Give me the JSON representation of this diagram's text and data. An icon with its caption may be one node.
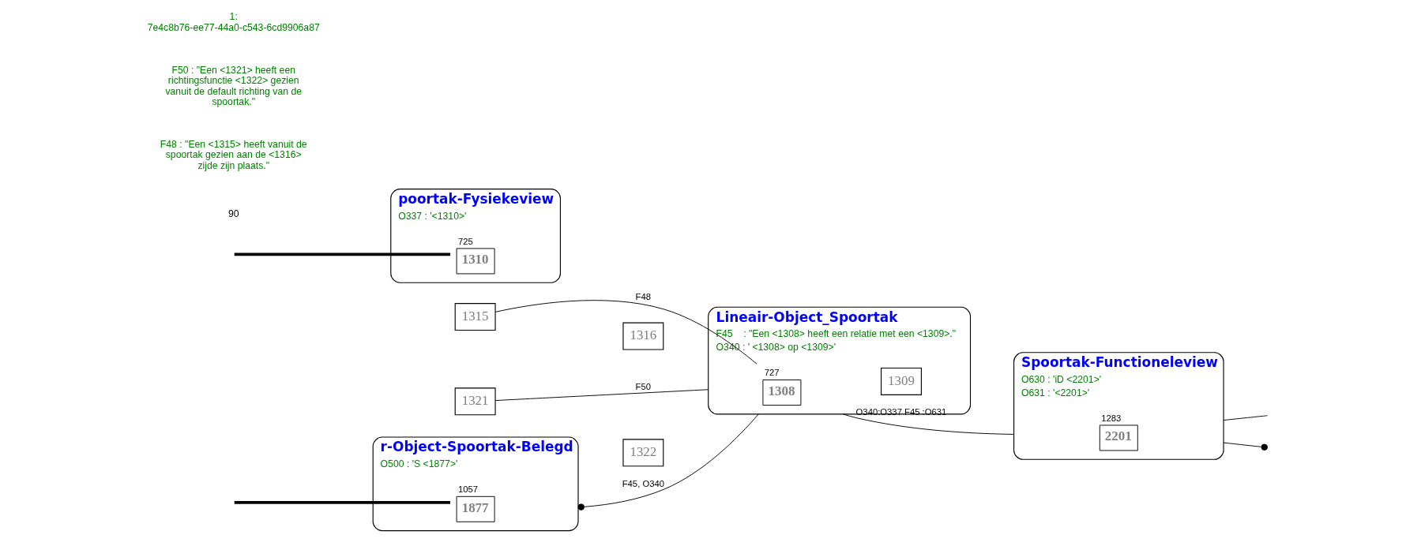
{
  "diagram": {
    "nodes": [
      {
        "text": [
          "r-Object-Spoortak-Belegd",
          "O500 : 'S <1877>'"
        ]
      },
      {
        "text": [
          "1877"
        ],
        "in": 0,
        "beside": [
          "1057"
        ]
      },
      {
        "text": [
          "Lineair-Object_Spoortak",
          "F45    : \"Een <1308> heeft een relatie met een <1309>.\"",
          "O340 : ' <1308> op <1309>'"
        ]
      },
      {
        "text": [
          "1308"
        ],
        "in": 2,
        "beside": [
          "727"
        ]
      },
      {
        "text": [
          "1309"
        ],
        "in": 2
      },
      {
        "text": [
          "Spoortak-Functioneleview",
          "O630 : 'iD <2201>'",
          "O631 : '<2201>'"
        ]
      },
      {
        "text": [
          "2201"
        ],
        "in": 5,
        "beside": [
          "1283"
        ]
      },
      {
        "text": [
          "poortak-Fysiekeview",
          "O337 : '<1310>'"
        ]
      },
      {
        "text": [
          "1310"
        ],
        "in": 7,
        "beside": [
          "725"
        ]
      },
      {
        "text": [
          "1315"
        ]
      },
      {
        "text": [
          "1316"
        ]
      },
      {
        "text": [
          "1321"
        ]
      },
      {
        "text": [
          "1322"
        ]
      }
    ],
    "edges": [
      {
        "from": null,
        "to": 1,
        "arrow": "none",
        "style": "thick"
      },
      {
        "from": null,
        "to": 8,
        "arrow": "none",
        "style": "thick"
      },
      {
        "from": 0,
        "to": 2,
        "arrow": "other",
        "label": "F45, O340"
      },
      {
        "from": 9,
        "to": 3,
        "arrow": "none",
        "label": "F48"
      },
      {
        "from": 11,
        "to": 2,
        "arrow": "none",
        "label": "F50"
      },
      {
        "from": 2,
        "to": 5,
        "arrow": "none",
        "label": "O340:O337 F45 :O631"
      },
      {
        "from": null,
        "to": 5,
        "arrow": "none"
      },
      {
        "from": null,
        "to": 5,
        "arrow": "other"
      }
    ],
    "labels": [
      "90",
      "F48 : \"Een <1315> heeft vanuit de spoortak gezien aan de <1316> zijde zijn plaats.\"",
      "F50 : \"Een <1321> heeft een richtingsfunctie <1322> gezien vanuit de default richting van de spoortak.\"",
      "1:  7e4c8b76-ee77-44a0-c543-6cd9906a87"
    ]
  }
}
